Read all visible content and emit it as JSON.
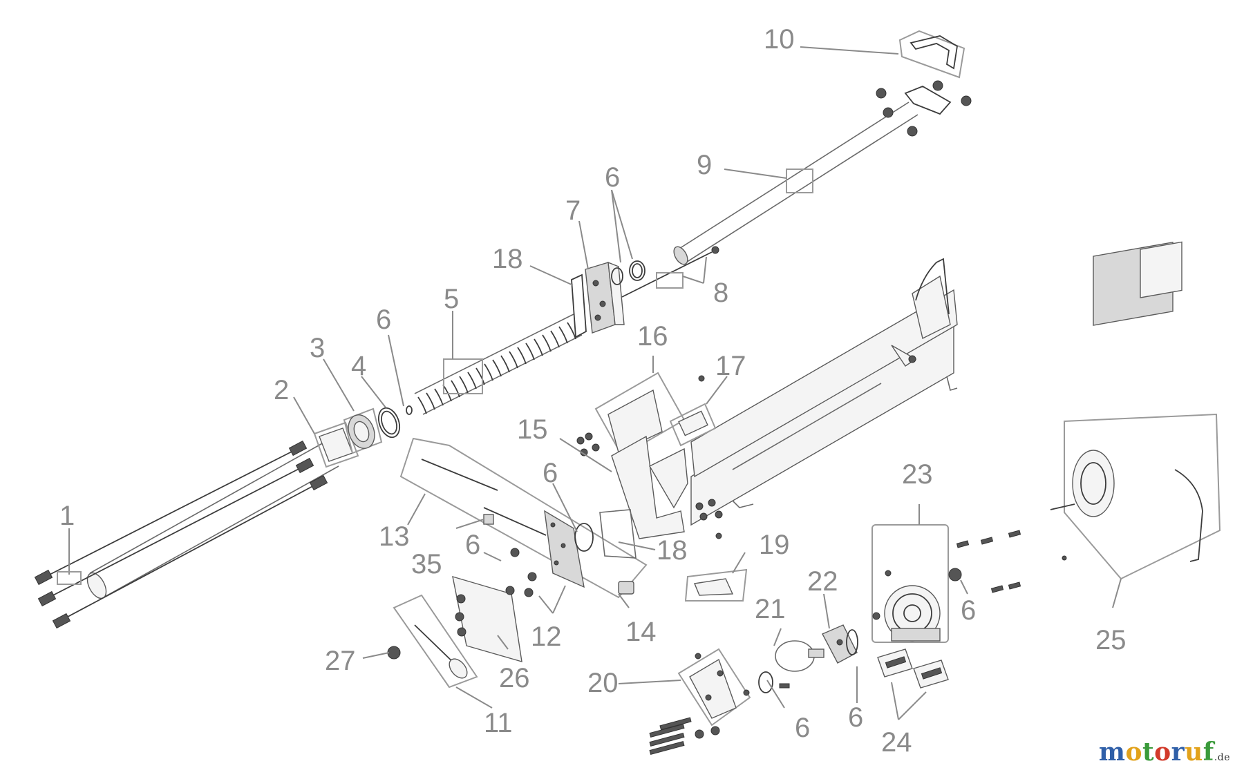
{
  "callouts": {
    "p1": "1",
    "p2": "2",
    "p3": "3",
    "p4": "4",
    "p5": "5",
    "p6a": "6",
    "p6b": "6",
    "p6c": "6",
    "p6d": "6",
    "p6e": "6",
    "p6f": "6",
    "p6g": "6",
    "p7": "7",
    "p8": "8",
    "p9": "9",
    "p10": "10",
    "p11": "11",
    "p12": "12",
    "p13": "13",
    "p14": "14",
    "p15": "15",
    "p16": "16",
    "p17": "17",
    "p18a": "18",
    "p18b": "18",
    "p19": "19",
    "p20": "20",
    "p21": "21",
    "p22": "22",
    "p23": "23",
    "p24": "24",
    "p25": "25",
    "p26": "26",
    "p27": "27",
    "p35": "35"
  },
  "logo": {
    "letters": [
      "m",
      "o",
      "t",
      "o",
      "r",
      "u",
      "f"
    ],
    "colors": [
      "#2f5fa8",
      "#e2a21b",
      "#3a9a3a",
      "#d23a2a",
      "#2f5fa8",
      "#e2a21b",
      "#3a9a3a"
    ],
    "suffix": ".de"
  }
}
